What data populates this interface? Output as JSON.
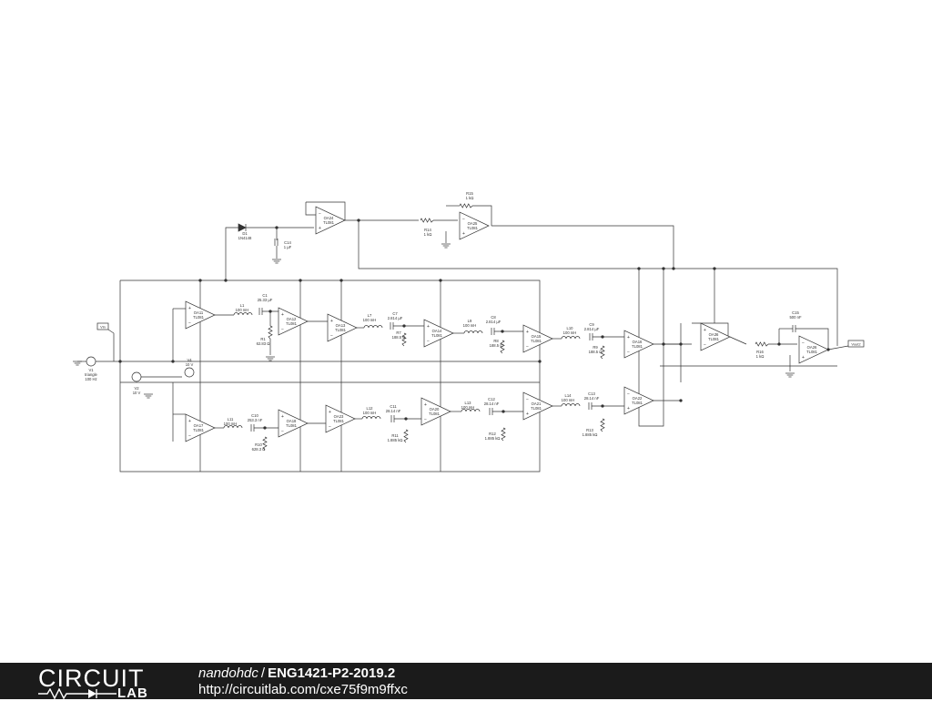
{
  "footer": {
    "logo_top": "CIRCUIT",
    "logo_bottom": "LAB",
    "author": "nandohdc",
    "separator": "/",
    "title": "ENG1421-P2-2019.2",
    "url": "http://circuitlab.com/cxe75f9m9ffxc"
  },
  "components": {
    "OA11": [
      "OA11",
      "TL081"
    ],
    "OA12": [
      "OA12",
      "TL081"
    ],
    "OA13": [
      "OA13",
      "TL081"
    ],
    "OA14": [
      "OA14",
      "TL081"
    ],
    "OA15": [
      "OA15",
      "TL081"
    ],
    "OA16": [
      "OA16",
      "TL081"
    ],
    "OA17": [
      "OA17",
      "TL081"
    ],
    "OA18": [
      "OA18",
      "TL081"
    ],
    "OA23": [
      "OA23",
      "TL081"
    ],
    "OA20": [
      "OA20",
      "TL081"
    ],
    "OA21": [
      "OA21",
      "TL081"
    ],
    "OA22": [
      "OA22",
      "TL081"
    ],
    "OA24": [
      "OA24",
      "TL081"
    ],
    "OA25": [
      "OA25",
      "TL081"
    ],
    "OA36": [
      "OA36",
      "TL081"
    ],
    "OA26": [
      "OA26",
      "TL081"
    ],
    "L1": [
      "L1",
      "100 mH"
    ],
    "C1": [
      "C1",
      "25.33 µF"
    ],
    "R1": [
      "R1",
      "62.83 Ω"
    ],
    "L7": [
      "L7",
      "100 mH"
    ],
    "C7": [
      "C7",
      "2.814 µF"
    ],
    "R7": [
      "R7",
      "188.5 Ω"
    ],
    "L9": [
      "L9",
      "100 mH"
    ],
    "C8": [
      "C8",
      "2.814 µF"
    ],
    "R8": [
      "R8",
      "188.5 Ω"
    ],
    "L10": [
      "L10",
      "100 mH"
    ],
    "C9": [
      "C9",
      "2.814 µF"
    ],
    "R9": [
      "R9",
      "188.5 Ω"
    ],
    "L11": [
      "L11",
      "100 mH"
    ],
    "C10": [
      "C10",
      "253.3 nF"
    ],
    "R10": [
      "R10",
      "628.3 Ω"
    ],
    "L12": [
      "L12",
      "100 mH"
    ],
    "C11": [
      "C11",
      "28.14 nF"
    ],
    "R11": [
      "R11",
      "1.885 kΩ"
    ],
    "L13": [
      "L13",
      "100 mH"
    ],
    "C12": [
      "C12",
      "28.14 nF"
    ],
    "R12": [
      "R12",
      "1.885 kΩ"
    ],
    "L14": [
      "L14",
      "100 mH"
    ],
    "C13": [
      "C13",
      "28.14 nF"
    ],
    "R13": [
      "R13",
      "1.885 kΩ"
    ],
    "D1": [
      "D1",
      "1N4148"
    ],
    "C14": [
      "C14",
      "1 µF"
    ],
    "R14": [
      "R14",
      "1 kΩ"
    ],
    "R15": [
      "R15",
      "1 kΩ"
    ],
    "R16": [
      "R16",
      "1 kΩ"
    ],
    "C15": [
      "C15",
      "500 nF"
    ],
    "V1": [
      "V1",
      "triangle",
      "100 Hz"
    ],
    "V2": [
      "V2",
      "10 V"
    ],
    "V4": [
      "V4",
      "10 V"
    ]
  },
  "labels": {
    "vin": "Vin",
    "vout": "Vout2"
  }
}
